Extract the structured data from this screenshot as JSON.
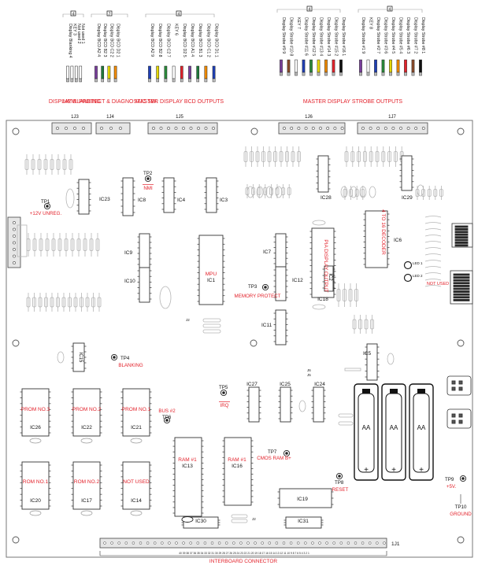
{
  "top": {
    "group_tags": [
      "4",
      "7",
      "4",
      "4",
      "4"
    ],
    "j3": {
      "label": "DISPLAY BLANKING",
      "connector": "1J3",
      "wires": [
        "Display Blanking 4",
        "KEY 3",
        "Not used 2",
        "Not used 1"
      ]
    },
    "j4": {
      "label": "MEM. PROTECT & DIAGNOSTIC SW.",
      "connector": "1J4",
      "wires": [
        "Display BCD A2 4",
        "Display BCD B2 3",
        "Display BCD C2 2",
        "Display BCD D2 1"
      ]
    },
    "j5": {
      "label": "MASTER DISPLAY BCD OUTPUTS",
      "connector": "1J5",
      "wires": [
        "Display BCD A2 9",
        "Display BCD B2 8",
        "Display BCD C2 7",
        "KEY 6",
        "Display BCD D2 5",
        "Display BCD A1 4",
        "Display BCD B1 3",
        "Display BCD C1 2",
        "Display BCD D1 1"
      ]
    },
    "j6": {
      "connector": "1J6",
      "wires": [
        "Display Strobe #9 9",
        "Display Strobe #10 8",
        "KEY 7",
        "Display Strobe #11 6",
        "Display Strobe #12 5",
        "Display Strobe #13 4",
        "Display Strobe #14 3",
        "Display Strobe #15 2",
        "Display Strobe #16 1"
      ]
    },
    "j7": {
      "connector": "1J7",
      "wires": [
        "Display Strobe #1 9",
        "KEY 8",
        "Display Strobe #2 7",
        "Display Strobe #3 6",
        "Display Strobe #4 5",
        "Display Strobe #5 4",
        "Display Strobe #6 3",
        "Display Strobe #7 2",
        "Display Strobe #8 1"
      ]
    },
    "strobe_label": "MASTER DISPLAY STROBE OUTPUTS"
  },
  "colors": {
    "label_red": "#e3222b",
    "j3_wires": [
      "#ffffff",
      "#ffffff",
      "#ffffff",
      "#ffffff"
    ],
    "j4_wires": [
      "#7a3f9c",
      "#1f7a3a",
      "#e5d800",
      "#f08a00"
    ],
    "j5_wires": [
      "#1f3fb5",
      "#e5d800",
      "#2a8a3a",
      "#ffffff",
      "#e3222b",
      "#7a3f9c",
      "#1f7a3a",
      "#f08a00",
      "#1f3fb5"
    ],
    "j6_wires": [
      "#7a3f9c",
      "#8a4a2a",
      "#ffffff",
      "#1f3fb5",
      "#2a8a3a",
      "#e5d800",
      "#f08a00",
      "#e3222b",
      "#111111"
    ],
    "j7_wires": [
      "#7a3f9c",
      "#ffffff",
      "#1f3fb5",
      "#2a8a3a",
      "#e5d800",
      "#f08a00",
      "#e3222b",
      "#8a4a2a",
      "#111111"
    ]
  },
  "board": {
    "chips": {
      "ic23": "IC23",
      "ic8": "IC8",
      "ic4": "IC4",
      "ic3": "IC3",
      "ic9": "IC9",
      "ic10": "IC10",
      "ic1_a": "MPU",
      "ic1_b": "IC1",
      "ic7": "IC7",
      "ic12": "IC12",
      "ic11": "IC11",
      "ic18_a": "PIA DISPLAY OUTPUT",
      "ic18_b": "IC18",
      "ic28": "IC28",
      "ic29": "IC29",
      "ic6_a": "4 TO 16 DECODER",
      "ic6_b": "IC6",
      "ic2": "IC2",
      "ic5": "IC5",
      "ic15": "IC15",
      "ic27": "IC27",
      "ic25": "IC25",
      "ic24": "IC24",
      "ic26_a": "PROM NO.3",
      "ic26_b": "IC26",
      "ic22_a": "PROM NO.2",
      "ic22_b": "IC22",
      "ic21_a": "PROM NO.1",
      "ic21_b": "IC21",
      "ic13_a": "RAM #1",
      "ic13_b": "IC13",
      "ic16_a": "RAM #1",
      "ic16_b": "IC16",
      "ic20_a": "ROM NO.1",
      "ic20_b": "IC20",
      "ic17_a": "ROM NO.2",
      "ic17_b": "IC17",
      "ic14_a": "NOT USED",
      "ic14_b": "IC14",
      "ic19": "IC19",
      "ic30": "IC30",
      "ic31": "IC31",
      "not_used_sw": "NOT USED"
    },
    "test_points": {
      "tp1": "TP1",
      "tp1_l": "+12V UNREG.",
      "tp2": "TP2",
      "tp2_l": "NMI",
      "tp3": "TP3",
      "tp3_l": "MEMORY PROTECT",
      "tp4": "TP4",
      "tp4_l": "BLANKING",
      "tp5": "TP5",
      "tp5_l": "IRQ",
      "tp6": "TP6",
      "tp6_l": "BUS #2",
      "tp7": "TP7",
      "tp7_l": "CMOS RAM B+",
      "tp8": "TP8",
      "tp8_l": "RESET",
      "tp9": "TP9",
      "tp9_l": "+5V.",
      "tp10": "TP10",
      "tp10_l": "GROUND"
    },
    "batteries": [
      "AA",
      "AA",
      "AA"
    ],
    "plus": "+",
    "leds": [
      "LED 1",
      "LED 2"
    ],
    "misc": {
      "j1_conn": "1J1",
      "j1_label": "INTERBOARD CONNECTOR",
      "j6_tag": "J6",
      "j5_tag": "J5",
      "j2_tag": "J2",
      "j2_tag_b": "J2",
      "j1_pins": "40 39 38 37 36 35 34 33 32 31 30 29 28 27 26 25 24 23 22 21 20 19 18 17 16 15 14 13 12 11 10 9 8 7 6 5 4 3 2 1"
    }
  }
}
